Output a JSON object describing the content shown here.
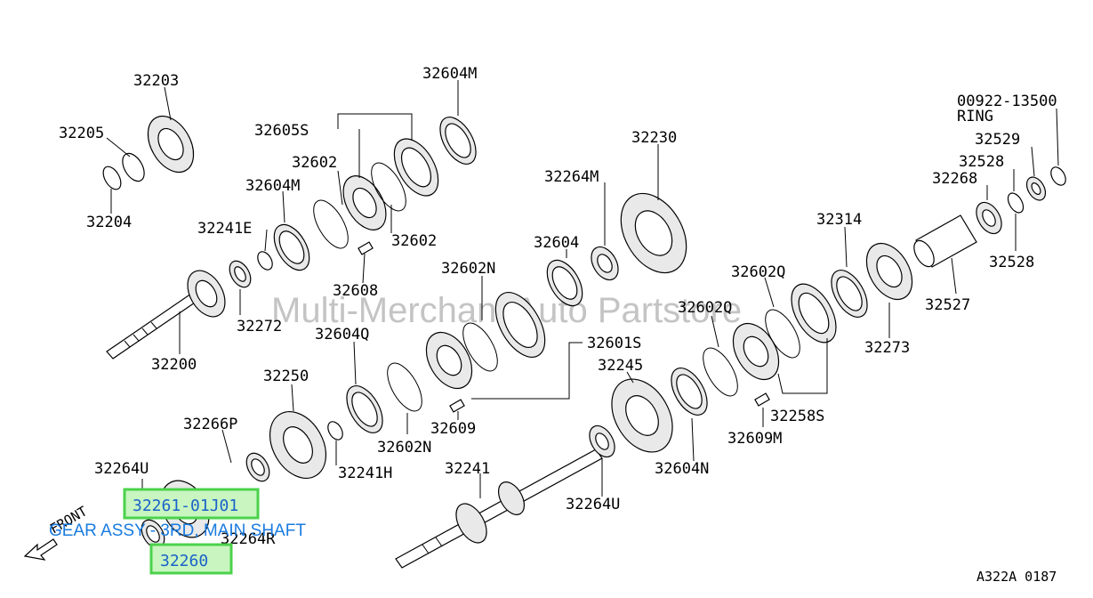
{
  "watermark": "Multi-Merchant Auto Partstore",
  "diagram_ref": "A322A 0187",
  "front_label": "FRONT",
  "highlight": {
    "part_number": "32261-01J01",
    "description": "GEAR ASSY - 3RD, MAIN SHAFT",
    "secondary": "32260"
  },
  "part_labels": [
    {
      "id": "p32203",
      "text": "32203"
    },
    {
      "id": "p32205",
      "text": "32205"
    },
    {
      "id": "p32204",
      "text": "32204"
    },
    {
      "id": "p32604M_a",
      "text": "32604M"
    },
    {
      "id": "p32605S",
      "text": "32605S"
    },
    {
      "id": "p32602_a",
      "text": "32602"
    },
    {
      "id": "p32604M_b",
      "text": "32604M"
    },
    {
      "id": "p32241E",
      "text": "32241E"
    },
    {
      "id": "p32602_b",
      "text": "32602"
    },
    {
      "id": "p32608",
      "text": "32608"
    },
    {
      "id": "p32272",
      "text": "32272"
    },
    {
      "id": "p32200",
      "text": "32200"
    },
    {
      "id": "p32230",
      "text": "32230"
    },
    {
      "id": "p32264M",
      "text": "32264M"
    },
    {
      "id": "p32604",
      "text": "32604"
    },
    {
      "id": "p32602N_a",
      "text": "32602N"
    },
    {
      "id": "p32601S",
      "text": "32601S"
    },
    {
      "id": "p32604Q",
      "text": "32604Q"
    },
    {
      "id": "p32609",
      "text": "32609"
    },
    {
      "id": "p32250",
      "text": "32250"
    },
    {
      "id": "p32602N_b",
      "text": "32602N"
    },
    {
      "id": "p32266P",
      "text": "32266P"
    },
    {
      "id": "p32241H",
      "text": "32241H"
    },
    {
      "id": "p32264U_a",
      "text": "32264U"
    },
    {
      "id": "p32264R",
      "text": "32264R"
    },
    {
      "id": "p32241",
      "text": "32241"
    },
    {
      "id": "p32264U_b",
      "text": "32264U"
    },
    {
      "id": "p32245",
      "text": "32245"
    },
    {
      "id": "p32604N",
      "text": "32604N"
    },
    {
      "id": "p32602Q_a",
      "text": "32602Q"
    },
    {
      "id": "p32602Q_b",
      "text": "32602Q"
    },
    {
      "id": "p32609M",
      "text": "32609M"
    },
    {
      "id": "p32258S",
      "text": "32258S"
    },
    {
      "id": "p32314",
      "text": "32314"
    },
    {
      "id": "p32273",
      "text": "32273"
    },
    {
      "id": "p32527",
      "text": "32527"
    },
    {
      "id": "p32268",
      "text": "32268"
    },
    {
      "id": "p32528_a",
      "text": "32528"
    },
    {
      "id": "p32529",
      "text": "32529"
    },
    {
      "id": "p32528_b",
      "text": "32528"
    },
    {
      "id": "p00922",
      "text": "00922-13500"
    },
    {
      "id": "pRING",
      "text": "RING"
    }
  ]
}
